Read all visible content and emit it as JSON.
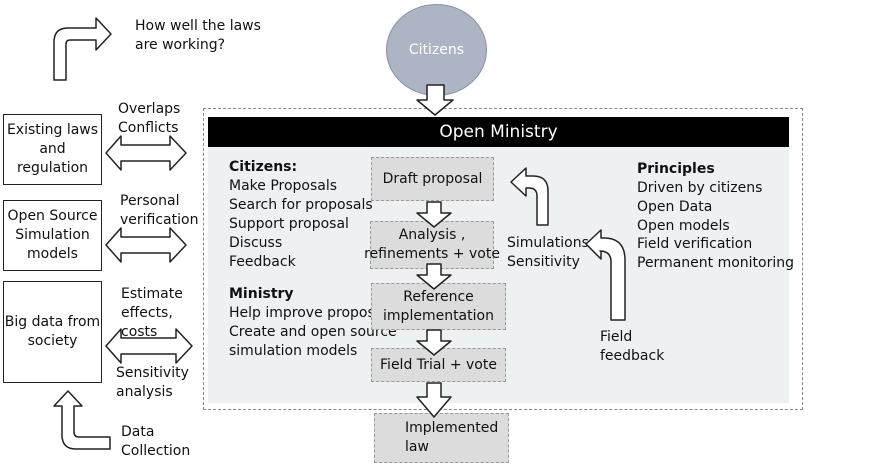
{
  "top_note": "How well the laws\nare working?",
  "citizens_circle": "Citizens",
  "left_boxes": {
    "existing_laws": "Existing laws\nand\nregulation",
    "open_source": "Open Source\nSimulation\nmodels",
    "big_data": "Big data from\nsociety"
  },
  "left_arrow_labels": {
    "overlaps": "Overlaps\nConflicts",
    "personal": "Personal\nverification",
    "estimate": "Estimate\neffects,\ncosts",
    "sensitivity": "Sensitivity\nanalysis",
    "data_collection": "Data\nCollection"
  },
  "panel_title": "Open Ministry",
  "citizens_section": {
    "heading": "Citizens:",
    "items": [
      "Make Proposals",
      "Search for proposals",
      "Support proposal",
      "Discuss",
      "Feedback"
    ]
  },
  "ministry_section": {
    "heading": "Ministry",
    "items": [
      "Help improve proposal",
      "Create and open source",
      "simulation models"
    ]
  },
  "principles_section": {
    "heading": "Principles",
    "items": [
      "Driven by citizens",
      "Open Data",
      "Open models",
      "Field verification",
      "Permanent monitoring"
    ]
  },
  "flow_steps": [
    "Draft proposal",
    "Analysis ,\nrefinements + vote",
    "Reference\nimplementation",
    "Field Trial + vote",
    "Implemented\nlaw"
  ],
  "simulations_label": "Simulations\nSensitivity",
  "field_feedback_label": "Field\nfeedback"
}
